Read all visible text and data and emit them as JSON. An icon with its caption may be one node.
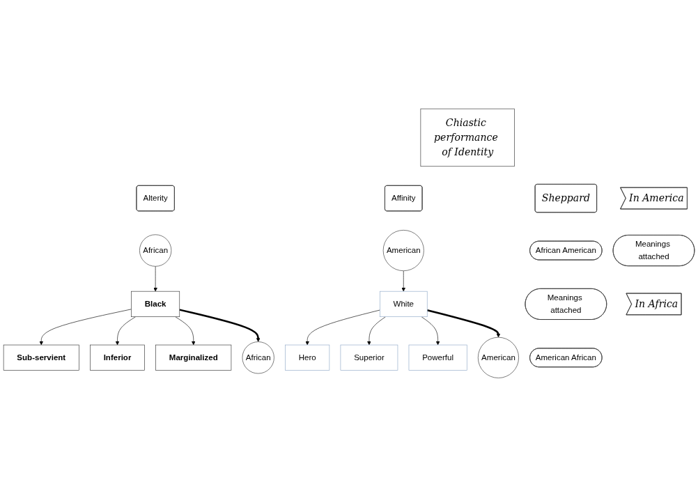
{
  "diagram": {
    "nodes": [
      {
        "text": [
          "Chiastic performance of Identity"
        ]
      },
      {
        "text": [
          "Alterity"
        ]
      },
      {
        "text": [
          "Affinity"
        ]
      },
      {
        "text": [
          "Sheppard"
        ]
      },
      {
        "text": [
          "In America"
        ]
      },
      {
        "text": [
          "African"
        ]
      },
      {
        "text": [
          "American"
        ]
      },
      {
        "text": [
          "African American"
        ]
      },
      {
        "text": [
          "Black"
        ]
      },
      {
        "text": [
          "White"
        ]
      },
      {
        "text": [
          "Sub-servient"
        ]
      },
      {
        "text": [
          "Hero"
        ]
      },
      {
        "text": [
          "Meanings attached"
        ]
      },
      {
        "text": [
          "Inferior"
        ]
      },
      {
        "text": [
          "Superior"
        ]
      },
      {
        "text": [
          "Meanings attached"
        ]
      },
      {
        "text": [
          "Marginalized"
        ]
      },
      {
        "text": [
          "Powerful"
        ]
      },
      {
        "text": [
          "In Africa"
        ]
      },
      {
        "text": [
          "American"
        ]
      },
      {
        "text": [
          "African"
        ]
      },
      {
        "text": [
          "American African"
        ]
      }
    ],
    "edges": [
      {
        "from": 5,
        "to": 8,
        "arrow": "to"
      },
      {
        "from": 6,
        "to": 9,
        "arrow": "to"
      },
      {
        "from": 8,
        "to": 10,
        "arrow": "to"
      },
      {
        "from": 8,
        "to": 13,
        "arrow": "to"
      },
      {
        "from": 8,
        "to": 16,
        "arrow": "to"
      },
      {
        "from": 9,
        "to": 11,
        "arrow": "to"
      },
      {
        "from": 9,
        "to": 14,
        "arrow": "to"
      },
      {
        "from": 9,
        "to": 17,
        "arrow": "to"
      },
      {
        "from": 8,
        "to": 20,
        "arrow": "to",
        "style": "thick"
      },
      {
        "from": 9,
        "to": 19,
        "arrow": "to",
        "style": "thick"
      }
    ]
  }
}
